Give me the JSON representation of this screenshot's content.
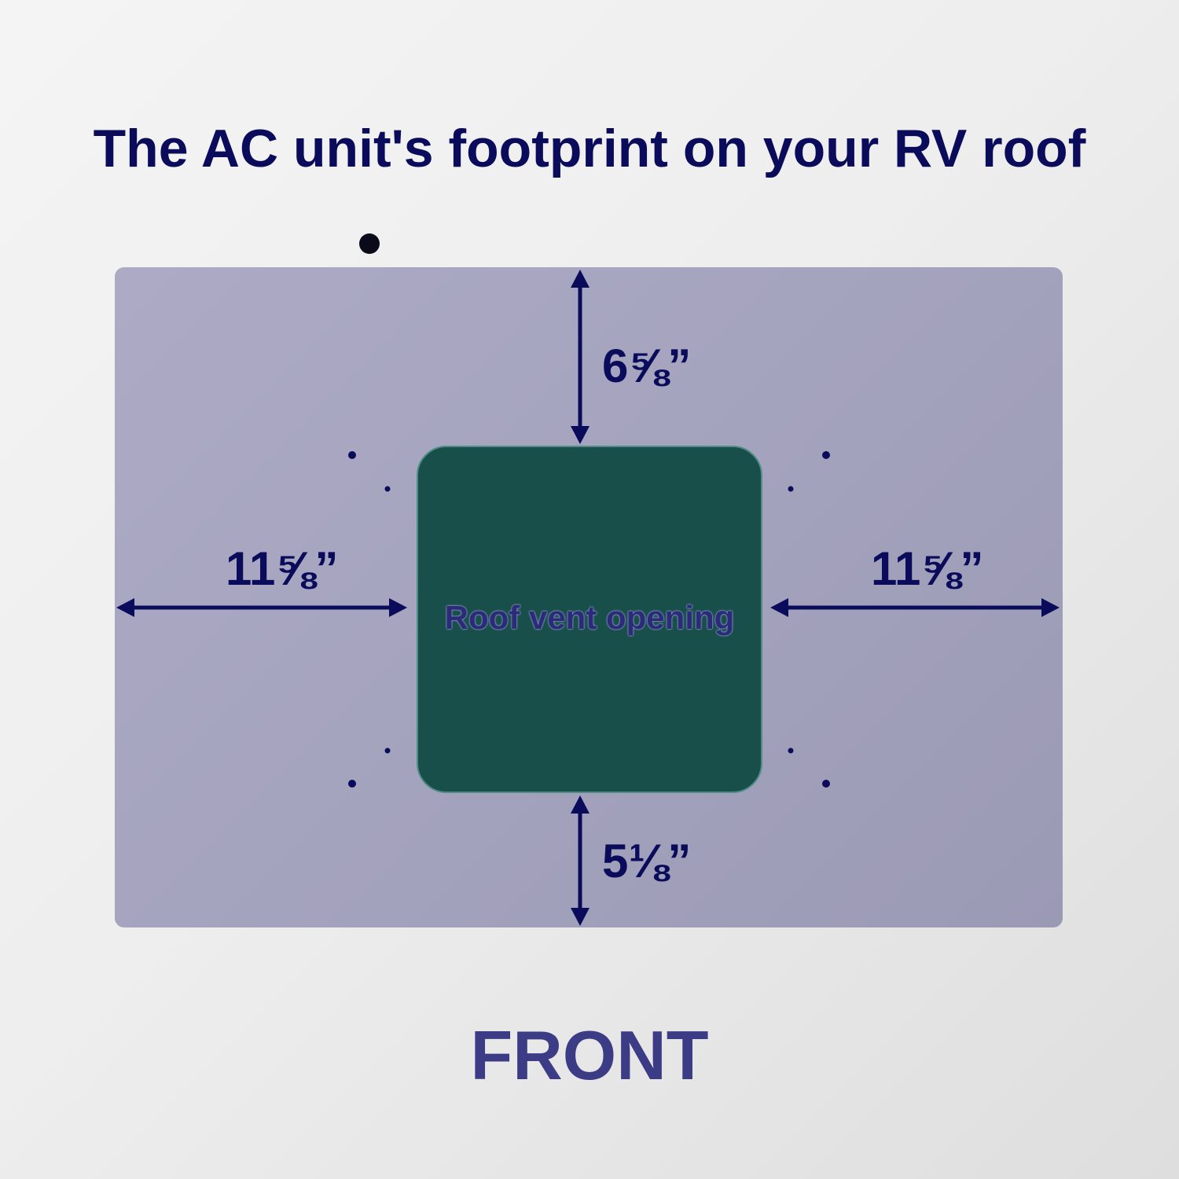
{
  "title": "The AC unit's footprint on your RV roof",
  "vent": {
    "label": "Roof vent opening"
  },
  "dimensions": {
    "top": "6⅝”",
    "bottom": "5⅛”",
    "left": "11⅝”",
    "right": "11⅝”"
  },
  "front_label": "FRONT",
  "colors": {
    "text": "#0b0b5c",
    "roof": "#a4a3bd",
    "vent": "#194f4b",
    "front": "#3c3c86"
  }
}
